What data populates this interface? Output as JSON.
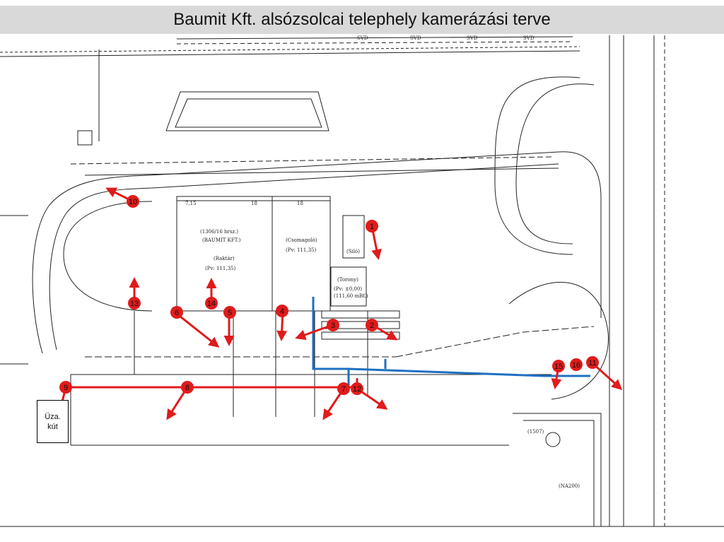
{
  "title": "Baumit Kft. alsózsolcai telephely kamerázási terve",
  "well_box": {
    "line1": "Üza.",
    "line2": "kút"
  },
  "colors": {
    "camera_badge": "#e01b1b",
    "cable_red": "#e01b1b",
    "cable_blue": "#1f6fc0",
    "plan_lines": "#222222"
  },
  "cameras": [
    "1",
    "2",
    "3",
    "4",
    "5",
    "6",
    "7",
    "8",
    "9",
    "10",
    "11",
    "12",
    "13",
    "14",
    "15",
    "16"
  ],
  "plan_labels": {
    "building_main": "(1306/16 hrsz.)",
    "building_owner": "(BAUMIT KFT.)",
    "building_use": "(Raktár)",
    "building_level": "(Pv: 111,35)",
    "warehouse": "(Csomagoló)",
    "warehouse_level": "(Pv: 111,35)",
    "silo": "(Siló)",
    "tower": "(Torony)",
    "tower_level": "(Pv: ±0,00)",
    "tower_level2": "(111,60 mBf.)",
    "parcel": "(1507)",
    "sewer": "(NA200)",
    "dim_a": "7,15",
    "dim_b": "18",
    "dim_c": "18",
    "svd": "SVD"
  },
  "icons": {
    "north": "none",
    "camera_marker": "numbered-circle-icon",
    "view_arrow": "arrow-icon"
  }
}
